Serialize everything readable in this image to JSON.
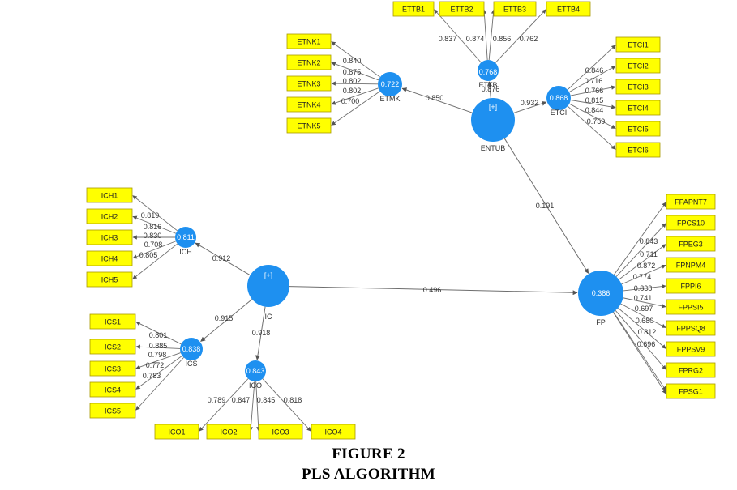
{
  "caption": {
    "figure_number": "FIGURE 2",
    "figure_title": "PLS ALGORITHM"
  },
  "colors": {
    "construct": "#1e90f0",
    "indicator": "#ffff00",
    "indicator_border": "#a89a00",
    "arrow": "#6e6e6e",
    "label": "#333333"
  },
  "constructs": [
    {
      "id": "ENTUB",
      "label": "ENTUB",
      "value": "[+]"
    },
    {
      "id": "ETTB",
      "label": "ETTB",
      "value": "0.768"
    },
    {
      "id": "ETMK",
      "label": "ETMK",
      "value": "0.722"
    },
    {
      "id": "ETCI",
      "label": "ETCI",
      "value": "0.868"
    },
    {
      "id": "IC",
      "label": "IC",
      "value": "[+]"
    },
    {
      "id": "ICH",
      "label": "ICH",
      "value": "0.811"
    },
    {
      "id": "ICS",
      "label": "ICS",
      "value": "0.838"
    },
    {
      "id": "ICO",
      "label": "ICO",
      "value": "0.843"
    },
    {
      "id": "FP",
      "label": "FP",
      "value": "0.386"
    }
  ],
  "paths": [
    {
      "from": "ENTUB",
      "to": "ETTB",
      "coef": "0.876"
    },
    {
      "from": "ENTUB",
      "to": "ETMK",
      "coef": "0.850"
    },
    {
      "from": "ENTUB",
      "to": "ETCI",
      "coef": "0.932"
    },
    {
      "from": "ENTUB",
      "to": "FP",
      "coef": "0.191"
    },
    {
      "from": "IC",
      "to": "ICH",
      "coef": "0.912"
    },
    {
      "from": "IC",
      "to": "ICS",
      "coef": "0.915"
    },
    {
      "from": "IC",
      "to": "ICO",
      "coef": "0.918"
    },
    {
      "from": "IC",
      "to": "FP",
      "coef": "0.496"
    }
  ],
  "indicators": [
    {
      "construct": "ETTB",
      "label": "ETTB1",
      "loading": "0.837"
    },
    {
      "construct": "ETTB",
      "label": "ETTB2",
      "loading": "0.874"
    },
    {
      "construct": "ETTB",
      "label": "ETTB3",
      "loading": "0.856"
    },
    {
      "construct": "ETTB",
      "label": "ETTB4",
      "loading": "0.762"
    },
    {
      "construct": "ETMK",
      "label": "ETNK1",
      "loading": "0.840"
    },
    {
      "construct": "ETMK",
      "label": "ETNK2",
      "loading": "0.875"
    },
    {
      "construct": "ETMK",
      "label": "ETNK3",
      "loading": "0.802"
    },
    {
      "construct": "ETMK",
      "label": "ETNK4",
      "loading": "0.802"
    },
    {
      "construct": "ETMK",
      "label": "ETNK5",
      "loading": "0.700"
    },
    {
      "construct": "ETCI",
      "label": "ETCI1",
      "loading": "0.846"
    },
    {
      "construct": "ETCI",
      "label": "ETCI2",
      "loading": "0.716"
    },
    {
      "construct": "ETCI",
      "label": "ETCI3",
      "loading": "0.766"
    },
    {
      "construct": "ETCI",
      "label": "ETCI4",
      "loading": "0.815"
    },
    {
      "construct": "ETCI",
      "label": "ETCI5",
      "loading": "0.844"
    },
    {
      "construct": "ETCI",
      "label": "ETCI6",
      "loading": "0.759"
    },
    {
      "construct": "ICH",
      "label": "ICH1",
      "loading": "0.819"
    },
    {
      "construct": "ICH",
      "label": "ICH2",
      "loading": "0.816"
    },
    {
      "construct": "ICH",
      "label": "ICH3",
      "loading": "0.830"
    },
    {
      "construct": "ICH",
      "label": "ICH4",
      "loading": "0.708"
    },
    {
      "construct": "ICH",
      "label": "ICH5",
      "loading": "0.805"
    },
    {
      "construct": "ICS",
      "label": "ICS1",
      "loading": "0.801"
    },
    {
      "construct": "ICS",
      "label": "ICS2",
      "loading": "0.885"
    },
    {
      "construct": "ICS",
      "label": "ICS3",
      "loading": "0.798"
    },
    {
      "construct": "ICS",
      "label": "ICS4",
      "loading": "0.772"
    },
    {
      "construct": "ICS",
      "label": "ICS5",
      "loading": "0.783"
    },
    {
      "construct": "ICO",
      "label": "ICO1",
      "loading": "0.789"
    },
    {
      "construct": "ICO",
      "label": "ICO2",
      "loading": "0.847"
    },
    {
      "construct": "ICO",
      "label": "ICO3",
      "loading": "0.845"
    },
    {
      "construct": "ICO",
      "label": "ICO4",
      "loading": "0.818"
    },
    {
      "construct": "FP",
      "label": "FPAPNT7",
      "loading": ""
    },
    {
      "construct": "FP",
      "label": "FPCS10",
      "loading": "0.843"
    },
    {
      "construct": "FP",
      "label": "FPEG3",
      "loading": "0.711"
    },
    {
      "construct": "FP",
      "label": "FPNPM4",
      "loading": "0.872"
    },
    {
      "construct": "FP",
      "label": "FPPI6",
      "loading": "0.774"
    },
    {
      "construct": "FP",
      "label": "FPPSI5",
      "loading": "0.838"
    },
    {
      "construct": "FP",
      "label": "FPPSQ8",
      "loading": "0.741"
    },
    {
      "construct": "FP",
      "label": "FPPSV9",
      "loading": "0.697"
    },
    {
      "construct": "FP",
      "label": "FPRG2",
      "loading": "0.680"
    },
    {
      "construct": "FP",
      "label": "FPSG1",
      "loading": "0.812"
    },
    {
      "construct": "FP",
      "label": "",
      "loading": "0.696"
    }
  ]
}
